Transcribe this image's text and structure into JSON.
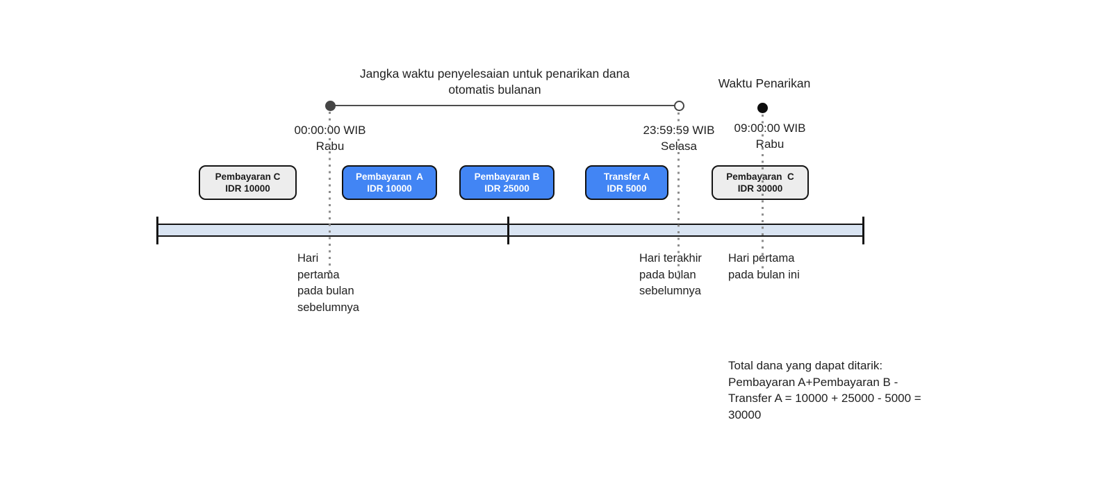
{
  "diagram": {
    "title": "Jangka waktu penyelesaian untuk penarikan dana\notomatis bulanan",
    "settlement_window": {
      "start_label": "00:00:00 WIB\nRabu",
      "end_label": "23:59:59 WIB\nSelasa"
    },
    "withdrawal": {
      "label": "Waktu Penarikan",
      "time_label": "09:00:00 WIB\nRabu"
    },
    "boxes": [
      {
        "name": "Pembayaran C",
        "amount": "IDR 10000",
        "variant": "gray"
      },
      {
        "name": "Pembayaran  A",
        "amount": "IDR 10000",
        "variant": "blue"
      },
      {
        "name": "Pembayaran B",
        "amount": "IDR 25000",
        "variant": "blue"
      },
      {
        "name": "Transfer A",
        "amount": "IDR 5000",
        "variant": "blue"
      },
      {
        "name": "Pembayaran  C",
        "amount": "IDR 30000",
        "variant": "gray"
      }
    ],
    "timeline_markers": [
      "Hari\npertama\npada bulan\nsebelumnya",
      "Hari terakhir\npada bulan\nsebelumnya",
      "Hari pertama\npada bulan ini"
    ],
    "total_note": "Total dana yang dapat ditarik:\nPembayaran A+Pembayaran B -\nTransfer A = 10000 + 25000 - 5000 =\n30000",
    "colors": {
      "payment_blue": "#4285F4",
      "payment_gray": "#ededed",
      "timeline_bar_fill": "#d9e4f2",
      "bracket_line": "#4d4d4d",
      "text": "#212121"
    }
  }
}
